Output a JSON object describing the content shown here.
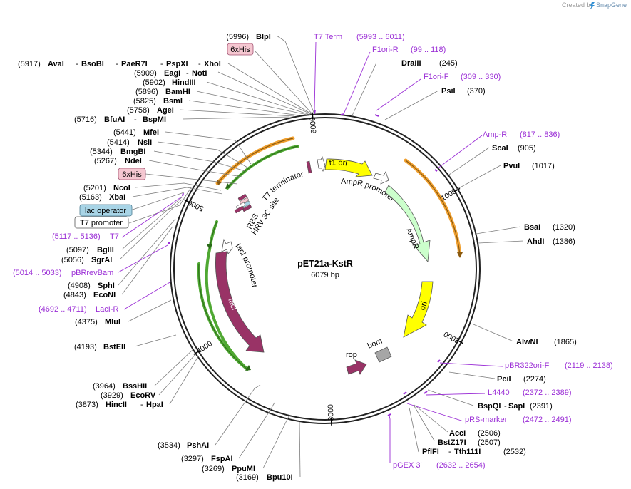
{
  "credit": {
    "text": "Created by",
    "brand": "SnapGene"
  },
  "plasmid": {
    "name": "pET21a-KstR",
    "length_label": "6079 bp",
    "length": 6079
  },
  "ticks": [
    "1000",
    "2000",
    "3000",
    "4000",
    "5000",
    "6000"
  ],
  "colors": {
    "primer": "#9b2fd6",
    "primer_site": "#9b2fd6",
    "f1_ori": "#ffff00",
    "ori": "#ffff00",
    "ampr": "#ccffcc",
    "laci": "#993366",
    "lacI_promoter": "#ffffff",
    "rop": "#993366",
    "bom": "#a6a6a6",
    "his_tag": "#f5c7d1",
    "lac_operator": "#a8d4e6",
    "orf_arc_orange": "#f0a030",
    "orf_arc_green": "#4fa832"
  },
  "labels": {
    "blpI_pos": "(5996)",
    "blpI": "BlpI",
    "t7term": "T7 Term",
    "t7term_range": "(5993 .. 6011)",
    "sixhis_top": "6xHis",
    "f1orir": "F1ori-R",
    "f1orir_range": "(99 .. 118)",
    "draIII": "DraIII",
    "draIII_pos": "(245)",
    "f1orif": "F1ori-F",
    "f1orif_range": "(309 .. 330)",
    "psiI": "PsiI",
    "psiI_pos": "(370)",
    "ampR_primer": "Amp-R",
    "ampR_primer_range": "(817 .. 836)",
    "scaI": "ScaI",
    "scaI_pos": "(905)",
    "pvuI": "PvuI",
    "pvuI_pos": "(1017)",
    "bsaI": "BsaI",
    "bsaI_pos": "(1320)",
    "ahdI": "AhdI",
    "ahdI_pos": "(1386)",
    "alwNI": "AlwNI",
    "alwNI_pos": "(1865)",
    "pbr322orif": "pBR322ori-F",
    "pbr322orif_range": "(2119 .. 2138)",
    "pciI": "PciI",
    "pciI_pos": "(2274)",
    "l4440": "L4440",
    "l4440_range": "(2372 .. 2389)",
    "bspQI": "BspQI",
    "sapI": "SapI",
    "bspQI_pos": "(2391)",
    "prsmarker": "pRS-marker",
    "prsmarker_range": "(2472 .. 2491)",
    "accI": "AccI",
    "accI_pos": "(2506)",
    "bstZ17I": "BstZ17I",
    "bstZ17I_pos": "(2507)",
    "pflFI": "PflFI",
    "tth111I": "Tth111I",
    "pflFI_pos": "(2532)",
    "pgex3": "pGEX 3'",
    "pgex3_range": "(2632 .. 2654)",
    "ava_pos": "(5917)",
    "avaI": "AvaI",
    "bsoBI": "BsoBI",
    "paeR7I": "PaeR7I",
    "pspXI": "PspXI",
    "xhoI": "XhoI",
    "eagI_pos": "(5909)",
    "eagI": "EagI",
    "notI": "NotI",
    "hindIII_pos": "(5902)",
    "hindIII": "HindIII",
    "bamHI_pos": "(5896)",
    "bamHI": "BamHI",
    "bsmI_pos": "(5825)",
    "bsmI": "BsmI",
    "ageI_pos": "(5758)",
    "ageI": "AgeI",
    "bfuAI_pos": "(5716)",
    "bfuAI": "BfuAI",
    "bspMI": "BspMI",
    "mfeI_pos": "(5441)",
    "mfeI": "MfeI",
    "nsiI_pos": "(5414)",
    "nsiI": "NsiI",
    "bmgBI_pos": "(5344)",
    "bmgBI": "BmgBI",
    "ndeI_pos": "(5267)",
    "ndeI": "NdeI",
    "sixhis_left": "6xHis",
    "ncoI_pos": "(5201)",
    "ncoI": "NcoI",
    "xbaI_pos": "(5163)",
    "xbaI": "XbaI",
    "lacop": "lac operator",
    "t7prom": "T7 promoter",
    "t7_range": "(5117 .. 5136)",
    "t7": "T7",
    "bglII_pos": "(5097)",
    "bglII": "BglII",
    "sgrAI_pos": "(5056)",
    "sgrAI": "SgrAI",
    "pbrrev_range": "(5014 .. 5033)",
    "pbrrev": "pBRrevBam",
    "sphI_pos": "(4908)",
    "sphI": "SphI",
    "ecoNI_pos": "(4843)",
    "ecoNI": "EcoNI",
    "lacir_range": "(4692 .. 4711)",
    "lacir": "LacI-R",
    "mluI_pos": "(4375)",
    "mluI": "MluI",
    "bstEII_pos": "(4193)",
    "bstEII": "BstEII",
    "bssHII_pos": "(3964)",
    "bssHII": "BssHII",
    "ecoRV_pos": "(3929)",
    "ecoRV": "EcoRV",
    "hincII_pos": "(3873)",
    "hincII": "HincII",
    "hpaI": "HpaI",
    "pshAI_pos": "(3534)",
    "pshAI": "PshAI",
    "fspAI_pos": "(3297)",
    "fspAI": "FspAI",
    "ppuMI_pos": "(3269)",
    "ppuMI": "PpuMI",
    "bpu10I_pos": "(3169)",
    "bpu10I": "Bpu10I"
  },
  "features": {
    "f1ori": "f1 ori",
    "ampr_promoter": "AmpR promoter",
    "ampr": "AmpR",
    "ori": "ori",
    "rop": "rop",
    "bom": "bom",
    "laci": "lacI",
    "laci_promoter": "lacI promoter",
    "t7_terminator": "T7 terminator",
    "rbs": "RBS",
    "hrv3c": "HRV 3C site"
  }
}
